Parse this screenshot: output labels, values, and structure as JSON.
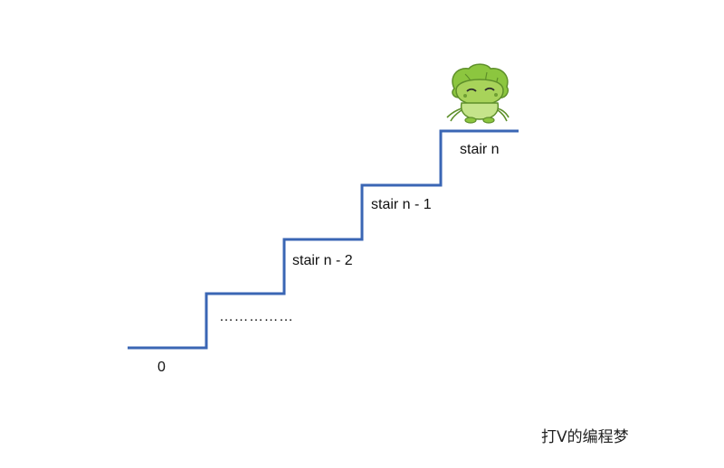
{
  "colors": {
    "stair_line": "#3a66b4",
    "frog_green": "#8cc63f",
    "frog_dark": "#5e8f2a",
    "frog_light": "#c5e48a"
  },
  "icons": {
    "frog": "frog-icon"
  },
  "stairs": {
    "ground_label": "0",
    "ellipsis_label": "……………",
    "stair_n_minus_2": "stair n - 2",
    "stair_n_minus_1": "stair n - 1",
    "stair_n": "stair n"
  },
  "watermark": "打V的编程梦"
}
